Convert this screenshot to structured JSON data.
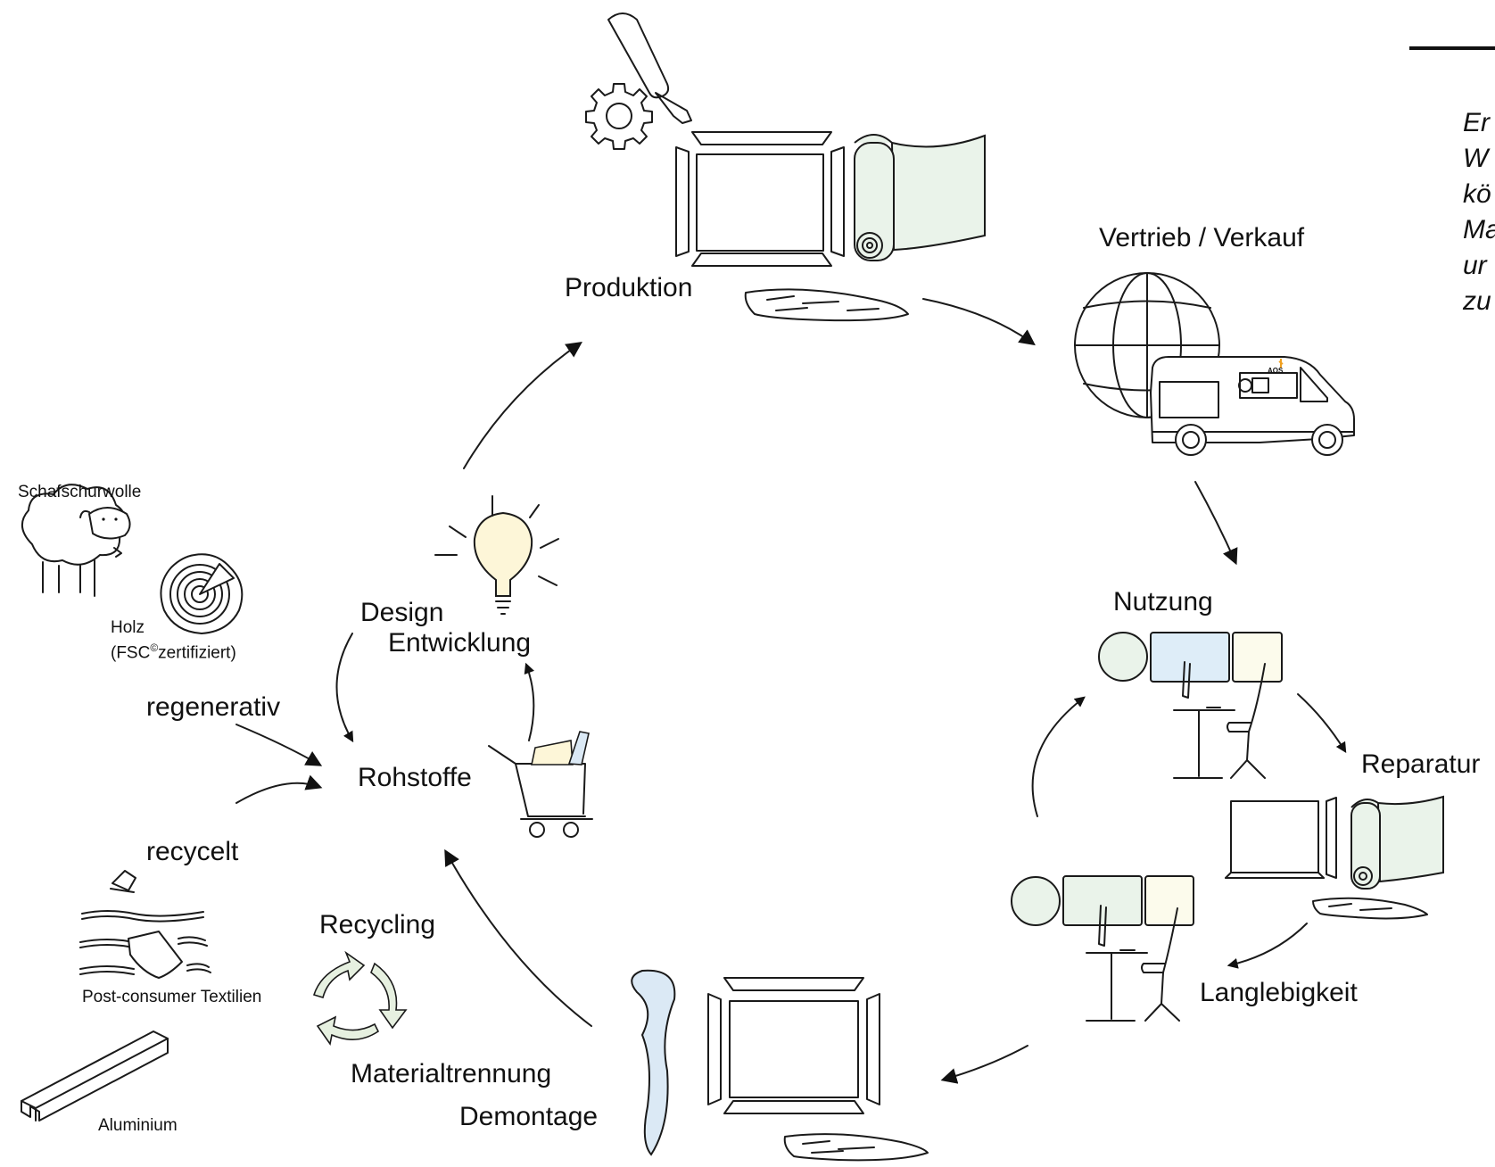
{
  "stages": {
    "produktion": "Produktion",
    "vertrieb": "Vertrieb / Verkauf",
    "nutzung": "Nutzung",
    "reparatur": "Reparatur",
    "langlebigkeit": "Langlebigkeit",
    "demontage": "Demontage",
    "materialtrennung": "Materialtrennung",
    "recycling": "Recycling",
    "rohstoffe": "Rohstoffe",
    "design": "Design",
    "entwicklung": "Entwicklung"
  },
  "inputs": {
    "regenerativ": "regenerativ",
    "recycelt": "recycelt",
    "schafschurwolle": "Schafschurwolle",
    "holz": "Holz",
    "holz_note_prefix": "(FSC",
    "holz_note_sup": "©",
    "holz_note_suffix": "zertifiziert)",
    "textilien": "Post-consumer Textilien",
    "aluminium": "Aluminium"
  },
  "van_logo": "AOS",
  "side_text_lines": [
    "Er",
    "W",
    "kö",
    "Ma",
    "ur",
    "zu"
  ],
  "colors": {
    "green_fill": "#eaf3ea",
    "blue_fill": "#deedf8",
    "cream_fill": "#fcfbec",
    "bulb_fill": "#fdf6d8",
    "ice_fill": "#dbe9f5",
    "recycle_fill": "#e6f0e0"
  }
}
